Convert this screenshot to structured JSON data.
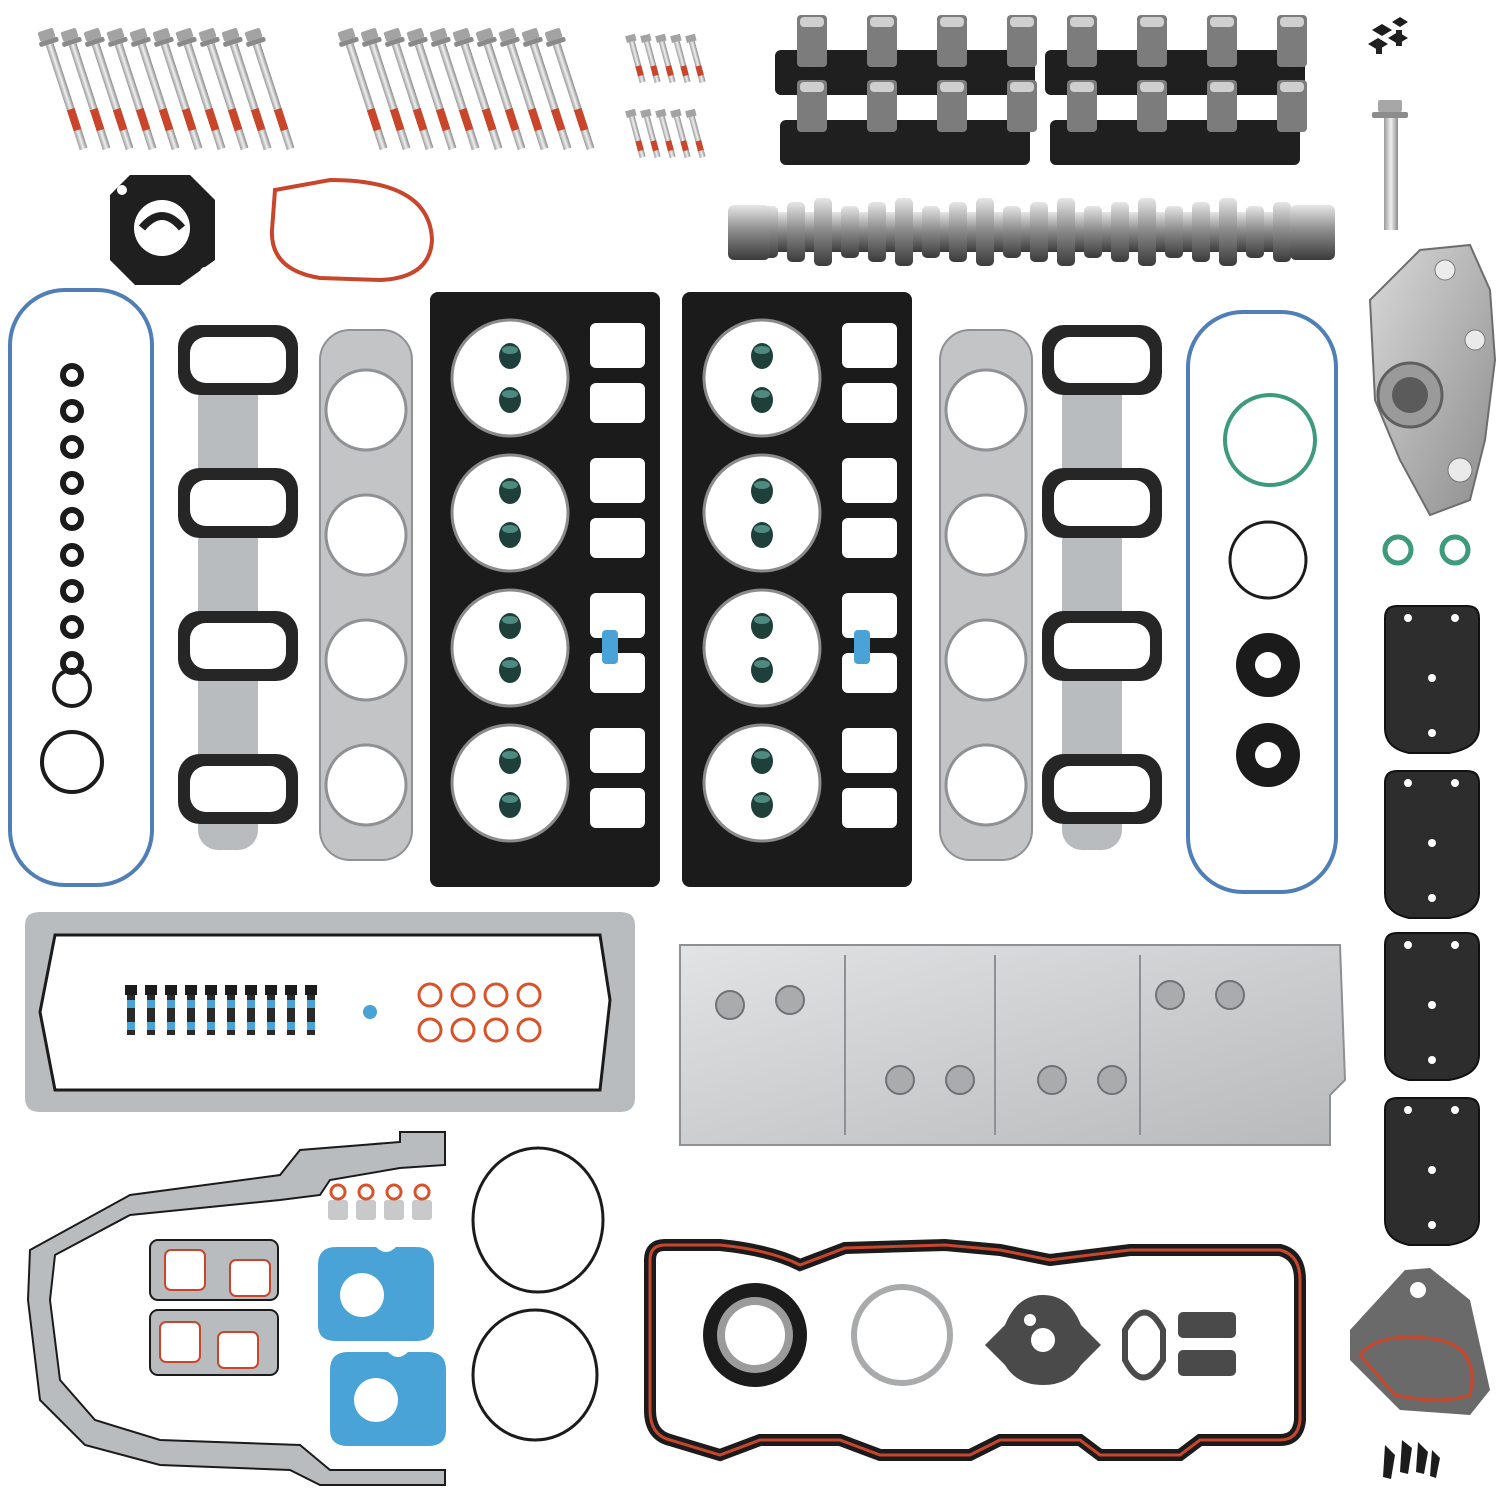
{
  "colors": {
    "background": "#ffffff",
    "gasket_black": "#1b1b1b",
    "steel": "#b9bcbf",
    "blue_seal": "#4f7fb6",
    "orange_seal": "#d8532a",
    "green_seal": "#3d9a7a",
    "blue_gasket": "#4aa3d6",
    "red_thread": "#c9462b",
    "aluminum": "#cfd1d3"
  },
  "parts": [
    {
      "name": "head-bolt-set-left",
      "icon": "bolt-icon"
    },
    {
      "name": "head-bolt-set-right",
      "icon": "bolt-icon"
    },
    {
      "name": "short-bolt-set",
      "icon": "bolt-icon"
    },
    {
      "name": "lifter-guide-trays",
      "icon": "lifter-icon"
    },
    {
      "name": "camshaft",
      "icon": "camshaft-icon"
    },
    {
      "name": "oil-pump",
      "icon": "pump-icon"
    },
    {
      "name": "cylinder-head-gaskets",
      "icon": "gasket-icon"
    },
    {
      "name": "intake-manifold-gaskets",
      "icon": "gasket-icon"
    },
    {
      "name": "exhaust-manifold-gaskets",
      "icon": "gasket-icon"
    },
    {
      "name": "valve-cover-gaskets",
      "icon": "seal-icon"
    },
    {
      "name": "valley-cover-plate",
      "icon": "plate-icon"
    },
    {
      "name": "oil-pan-gasket",
      "icon": "gasket-icon"
    },
    {
      "name": "timing-cover-gasket",
      "icon": "gasket-icon"
    },
    {
      "name": "afm-delete-plates",
      "icon": "plate-icon"
    }
  ]
}
